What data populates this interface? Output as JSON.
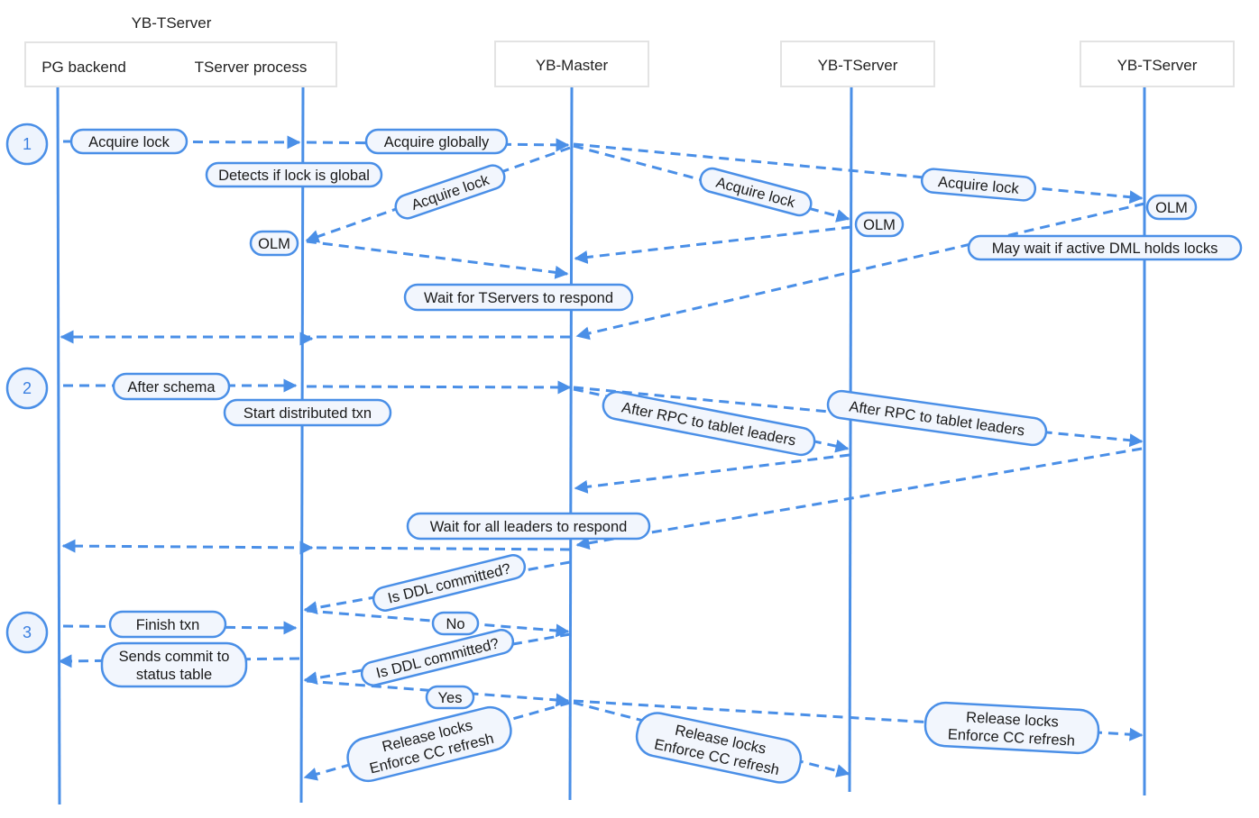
{
  "colors": {
    "line": "#4a8fe7",
    "pill_fill": "#f2f6fd",
    "header_border": "#e3e3e3"
  },
  "headers": {
    "group_title": "YB-TServer",
    "pg_backend": "PG backend",
    "tserver_process": "TServer process",
    "yb_master": "YB-Master",
    "yb_tserver_2": "YB-TServer",
    "yb_tserver_3": "YB-TServer"
  },
  "steps": [
    "1",
    "2",
    "3"
  ],
  "labels": {
    "acquire_lock_1": "Acquire lock",
    "acquire_globally": "Acquire globally",
    "detects_global": "Detects if lock is global",
    "acquire_lock_back": "Acquire lock",
    "acquire_lock_ts2": "Acquire lock",
    "acquire_lock_ts3": "Acquire lock",
    "olm_ts3": "OLM",
    "olm_ts2": "OLM",
    "olm_local": "OLM",
    "may_wait": "May wait if active DML holds locks",
    "wait_tservers": "Wait for TServers to respond",
    "after_schema": "After schema",
    "start_txn": "Start distributed txn",
    "after_rpc_1": "After RPC to tablet leaders",
    "after_rpc_2": "After RPC to tablet leaders",
    "wait_leaders": "Wait for all leaders to respond",
    "is_ddl_1": "Is DDL committed?",
    "finish_txn": "Finish txn",
    "no": "No",
    "sends_commit_1": "Sends commit to",
    "sends_commit_2": "status table",
    "is_ddl_2": "Is DDL committed?",
    "yes": "Yes",
    "release_a_1": "Release locks",
    "release_a_2": "Enforce CC refresh",
    "release_b_1": "Release locks",
    "release_b_2": "Enforce CC refresh",
    "release_c_1": "Release locks",
    "release_c_2": "Enforce CC refresh"
  }
}
